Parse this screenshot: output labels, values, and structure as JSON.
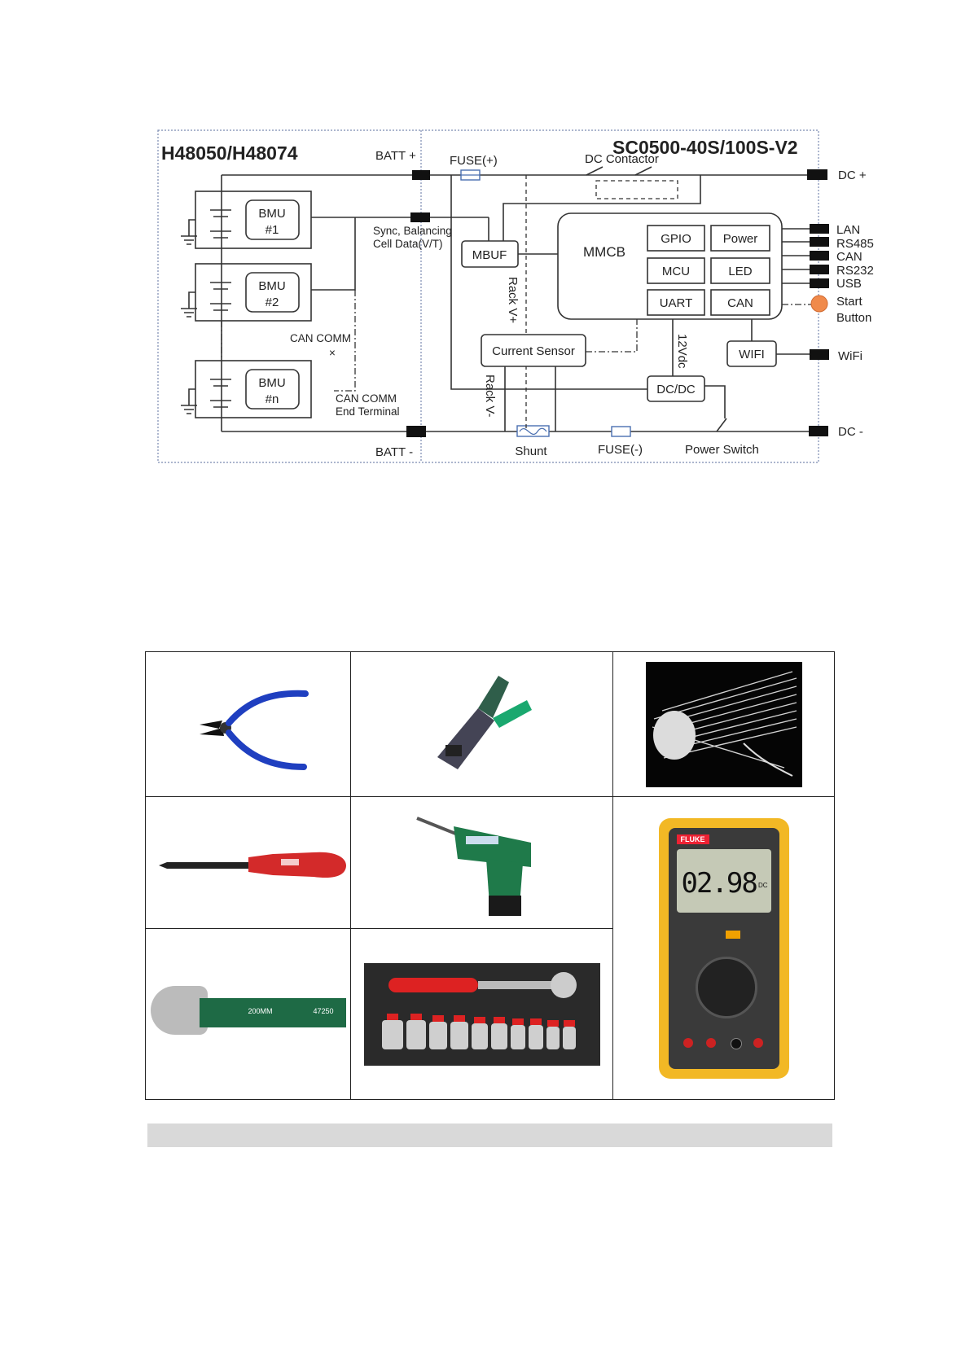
{
  "diagram": {
    "left_title": "H48050/H48074",
    "right_title": "SC0500-40S/100S-V2",
    "batt_plus": "BATT +",
    "batt_minus": "BATT -",
    "fuse_plus": "FUSE(+)",
    "fuse_minus": "FUSE(-)",
    "dc_contactor": "DC Contactor",
    "dc_plus": "DC  +",
    "dc_minus": "DC  -",
    "bmu1": [
      "BMU",
      "#1"
    ],
    "bmu2": [
      "BMU",
      "#2"
    ],
    "bmun": [
      "BMU",
      "#n"
    ],
    "sync_line1": "Sync, Balancing",
    "sync_line2": "Cell Data(V/T)",
    "can_comm": "CAN COMM",
    "can_comm_end1": "CAN COMM",
    "can_comm_end2": "End Terminal",
    "mbuf": "MBUF",
    "mmcb": "MMCB",
    "gpio": "GPIO",
    "power": "Power",
    "mcu": "MCU",
    "led": "LED",
    "uart": "UART",
    "can": "CAN",
    "rack_v_plus": "Rack V+",
    "rack_v_minus": "Rack V-",
    "current_sensor": "Current Sensor",
    "v12dc": "12Vdc",
    "dcdc": "DC/DC",
    "wifi_box": "WIFI",
    "wifi_port": "WiFi",
    "ports": [
      "LAN",
      "RS485",
      "CAN",
      "RS232",
      "USB"
    ],
    "start1": "Start",
    "start2": "Button",
    "shunt": "Shunt",
    "power_switch": "Power Switch"
  },
  "tools": {
    "items": [
      "side-cutter-pliers",
      "crimping-tool",
      "cable-ties",
      "screwdriver",
      "electric-screwdriver",
      "digital-multimeter",
      "adjustable-wrench",
      "socket-wrench-set"
    ],
    "multimeter_brand": "FLUKE",
    "multimeter_reading": "02.98",
    "multimeter_unit": "DC",
    "wrench_size": "200MM",
    "wrench_code": "47250"
  },
  "colors": {
    "start_button": "#f08a4b",
    "frame": "#7a8ab0",
    "bottom_bar": "#d9d9d9"
  }
}
